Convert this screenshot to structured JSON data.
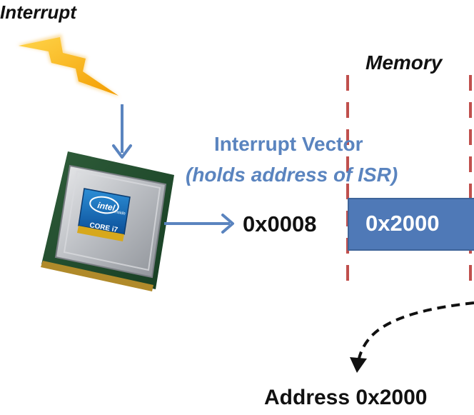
{
  "labels": {
    "interrupt": "Interrupt",
    "memory": "Memory",
    "vector_title": "Interrupt Vector",
    "vector_subtitle": "(holds address of ISR)",
    "vector_address": "0x0008",
    "cell_value": "0x2000",
    "destination": "Address 0x2000"
  },
  "cpu_badge": {
    "brand": "intel",
    "tagline": "inside",
    "model": "CORE i7"
  },
  "colors": {
    "accent_blue": "#5a84bf",
    "memory_cell": "#4f79b7",
    "memory_boundary": "#c0504d",
    "lightning": "#f5b400"
  }
}
